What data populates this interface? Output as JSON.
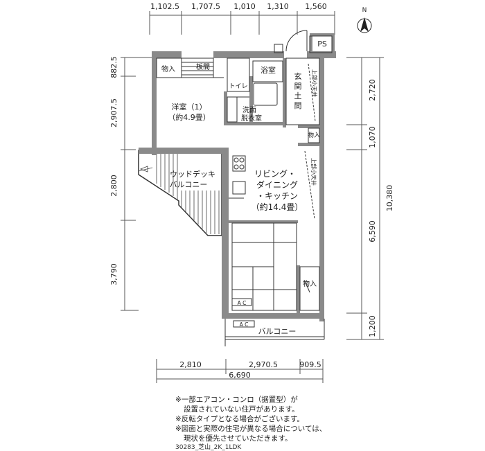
{
  "dimensions": {
    "top": [
      "1,102.5",
      "1,707.5",
      "1,010",
      "1,310",
      "1,560"
    ],
    "left": [
      "882.5",
      "2,907.5",
      "2,800",
      "3,790"
    ],
    "right_inner": [
      "2,720",
      "1,070",
      "6,590",
      "1,200"
    ],
    "right_total": "10,380",
    "bottom": [
      "2,810",
      "2,970.5",
      "909.5"
    ],
    "bottom_total": "6,690"
  },
  "rooms": {
    "storage_top": "物入",
    "itama": "板間",
    "toilet": "トイレ",
    "bath": "浴室",
    "genkan_line1": "玄",
    "genkan_line2": "関",
    "genkan_line3": "土",
    "genkan_line4": "間",
    "ps": "PS",
    "joubu_top": "上部小天井",
    "washroom_line1": "洗面",
    "washroom_line2": "脱衣室",
    "western_line1": "洋室（1）",
    "western_line2": "（約4.9畳）",
    "storage_mid": "物入",
    "joubu_mid": "上部小天井",
    "deck_line1": "ウッドデッキ",
    "deck_line2": "バルコニー",
    "ldk_line1": "リビング・",
    "ldk_line2": "ダイニング",
    "ldk_line3": "・キッチン",
    "ldk_line4": "（約14.4畳）",
    "storage_low": "物入",
    "ac_inner": "A C",
    "ac_balcony": "A C",
    "balcony": "バルコニー",
    "north": "N"
  },
  "notes": [
    "※一部エアコン・コンロ（据置型）が",
    "設置されていない住戸があります。",
    "※反転タイプとなる場合がございます。",
    "※図面と実際の住宅が異なる場合については、",
    "現状を優先させていただきます。"
  ],
  "code": "30283_芝山_2K_1LDK"
}
